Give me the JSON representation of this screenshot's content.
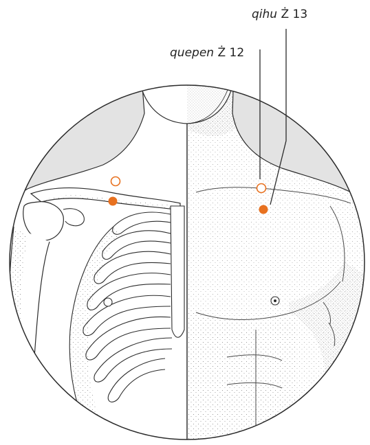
{
  "labels": {
    "qihu": {
      "name": "qihu",
      "code": "Ż 13"
    },
    "quepen": {
      "name": "quepen",
      "code": "Ż 12"
    }
  },
  "colors": {
    "acupoint": "#e8711f",
    "outline": "#2a2a2a",
    "background_shade": "#e3e3e3"
  }
}
